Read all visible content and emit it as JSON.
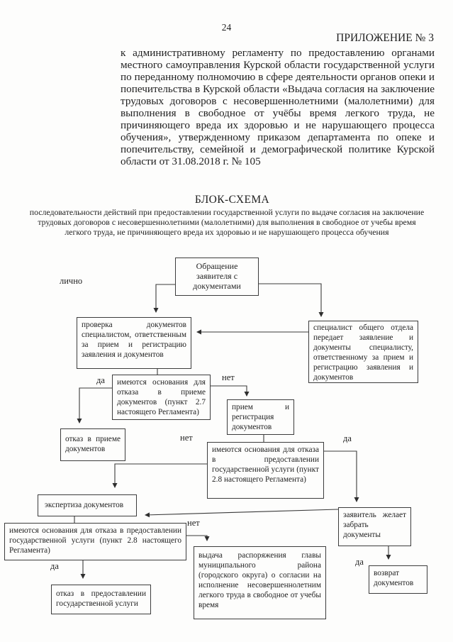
{
  "colors": {
    "ink": "#1f1f1f",
    "line": "#3a3a3a",
    "background": "#fdfdfc"
  },
  "header": {
    "page_number": "24",
    "appendix": "ПРИЛОЖЕНИЕ № 3",
    "intro": "к административному регламенту по предоставлению органами местного самоуправления Курской области государственной услуги по переданному полномочию в сфере деятельности органов опеки и попечительства в Курской области «Выдача согласия на заключение трудовых договоров с несовершеннолетними (малолетними) для выполнения в свободное от учёбы время легкого труда, не причиняющего вреда их здоровью и не нарушающего процесса обучения», утвержденному приказом департамента по опеке и попечительству, семейной и демографической политике Курской области от 31.08.2018 г. № 105",
    "title": "БЛОК-СХЕМА",
    "subtitle": "последовательности действий при предоставлении государственной услуги по выдаче согласия на заключение трудовых договоров с несовершеннолетними (малолетними) для выполнения в свободное от учебы время легкого труда, не причиняющего вреда их здоровью и не нарушающего процесса обучения"
  },
  "flowchart": {
    "boxes": {
      "application": "Обращение заявителя с документами",
      "check": "проверка документов специалистом, ответственным за прием и регистрацию заявления и документов",
      "transfer": "специалист общего отдела передает заявление и документы специалисту, ответственному за прием и регистрацию заявления и документов",
      "decision_2_7": "имеются основания для отказа в приеме документов (пункт 2.7 настоящего Регламента)",
      "refuse_accept": "отказ в приеме документов",
      "accept_reg": "прием и регистрация документов",
      "decision_2_8_first": "имеются основания для отказа в предоставлении государственной услуги (пункт 2.8 настоящего Регламента)",
      "expertise": "экспертиза документов",
      "decision_2_8_second": "имеются основания для отказа в предоставлении государственной услуги (пункт 2.8 настоящего Регламента)",
      "refuse_service": "отказ в предоставлении государственной услуги",
      "issue_order": "выдача распоряжения главы муниципального района (городского округа) о согласии на исполнение несовершеннолетним легкого труда в свободное от учебы время",
      "wants_return": "заявитель желает забрать документы",
      "return_docs": "возврат документов"
    },
    "labels": {
      "personally": "лично",
      "yes_2_7": "да",
      "no_2_7": "нет",
      "no_2_8_first": "нет",
      "yes_2_8_first": "да",
      "no_2_8_second": "нет",
      "yes_2_8_second": "да",
      "yes_return": "да"
    }
  }
}
